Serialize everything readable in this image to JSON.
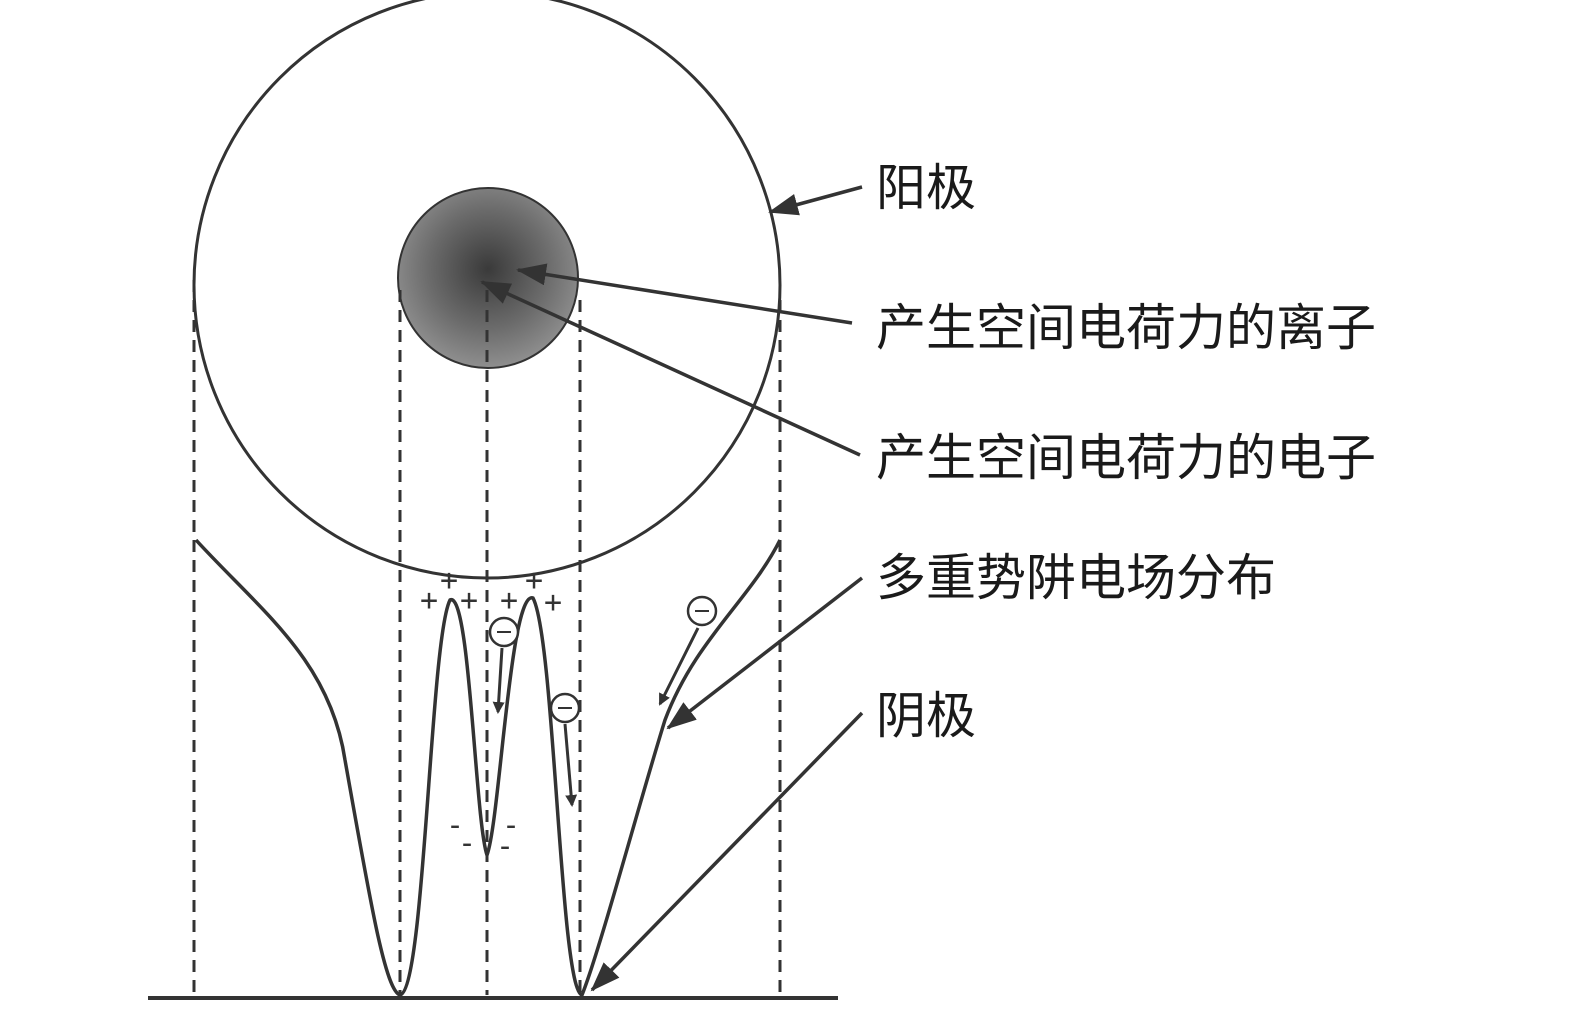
{
  "labels": {
    "anode": "阳极",
    "ions": "产生空间电荷力的离子",
    "electrons": "产生空间电荷力的电子",
    "potential_well": "多重势阱电场分布",
    "cathode": "阴极"
  },
  "marks": {
    "plus": "+",
    "minus": "-"
  },
  "colors": {
    "line": "#333333",
    "charge_core": "#3a3a3a",
    "charge_edge": "#8a8a8a"
  }
}
